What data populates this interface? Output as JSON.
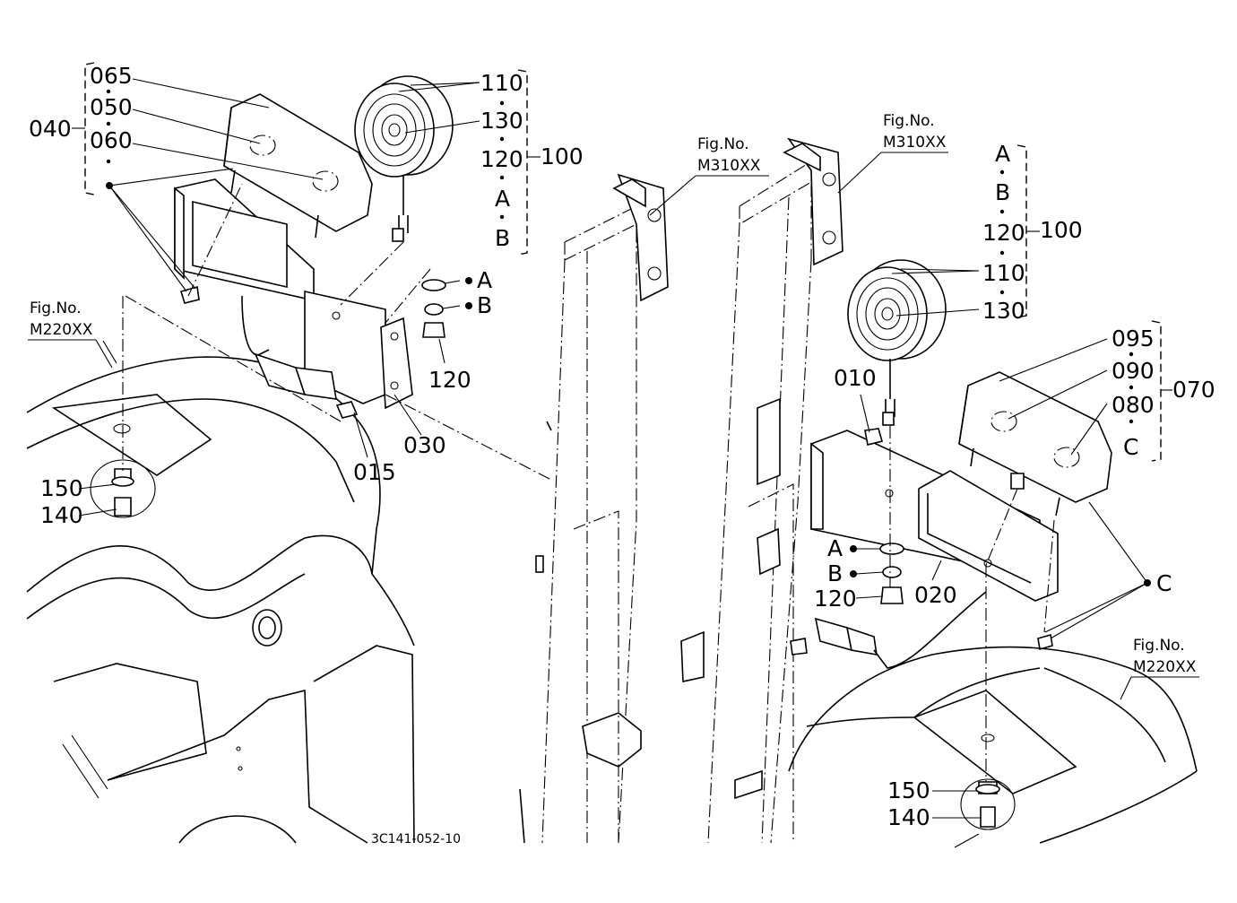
{
  "labels": {
    "l065": "065",
    "l050": "050",
    "l060": "060",
    "l040": "040",
    "l110a": "110",
    "l130a": "130",
    "l120a": "120",
    "l100a": "100",
    "lAa": "A",
    "lBa": "B",
    "lA1": "A",
    "lB1": "B",
    "l120b": "120",
    "l030": "030",
    "l015": "015",
    "l150a": "150",
    "l140a": "140",
    "lA2": "A",
    "lB2": "B",
    "l120c": "120",
    "l100b": "100",
    "l110b": "110",
    "l130b": "130",
    "l095": "095",
    "l090": "090",
    "l080": "080",
    "l070": "070",
    "lC1": "C",
    "l010": "010",
    "lA3": "A",
    "lB3": "B",
    "l120d": "120",
    "l020": "020",
    "lC2": "C",
    "l150b": "150",
    "l140b": "140"
  },
  "refs": {
    "fig_label_1": "Fig.No.",
    "fig_num_1": "M310XX",
    "fig_label_2": "Fig.No.",
    "fig_num_2": "M310XX",
    "fig_label_3": "Fig.No.",
    "fig_num_3": "M220XX",
    "fig_label_4": "Fig.No.",
    "fig_num_4": "M220XX"
  },
  "drawing_code": "3C141-052-10"
}
